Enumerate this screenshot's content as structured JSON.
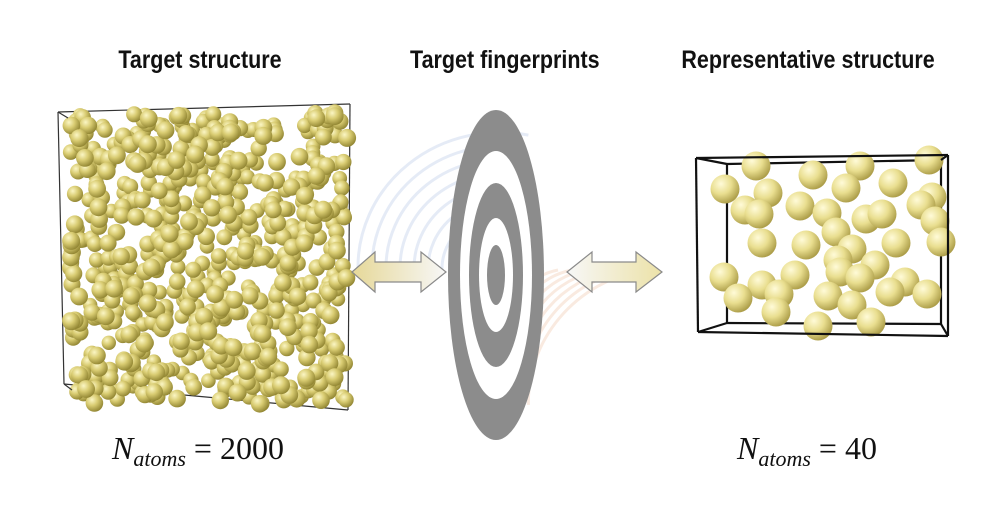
{
  "titles": {
    "left": "Target structure",
    "middle": "Target fingerprints",
    "right": "Representative structure"
  },
  "formulas": {
    "left": {
      "symbol": "N",
      "subscript": "atoms",
      "equals": "=",
      "value": "2000"
    },
    "right": {
      "symbol": "N",
      "subscript": "atoms",
      "equals": "=",
      "value": "40"
    }
  },
  "colors": {
    "atom_light": "#fbf6c4",
    "atom_mid": "#d9cc72",
    "atom_dark": "#8f8330",
    "box_line": "#111111",
    "fingerprint_ring": "#8c8c8c",
    "arrow_left_fill": "#eee3ad",
    "arrow_right_fill": "#f2edc6",
    "watermark_blue": "#b7c8e6",
    "watermark_orange": "#f0c6a8"
  },
  "icons": [
    "double-arrow-icon",
    "fingerprint-watermark-icon",
    "target-fingerprint-icon"
  ]
}
